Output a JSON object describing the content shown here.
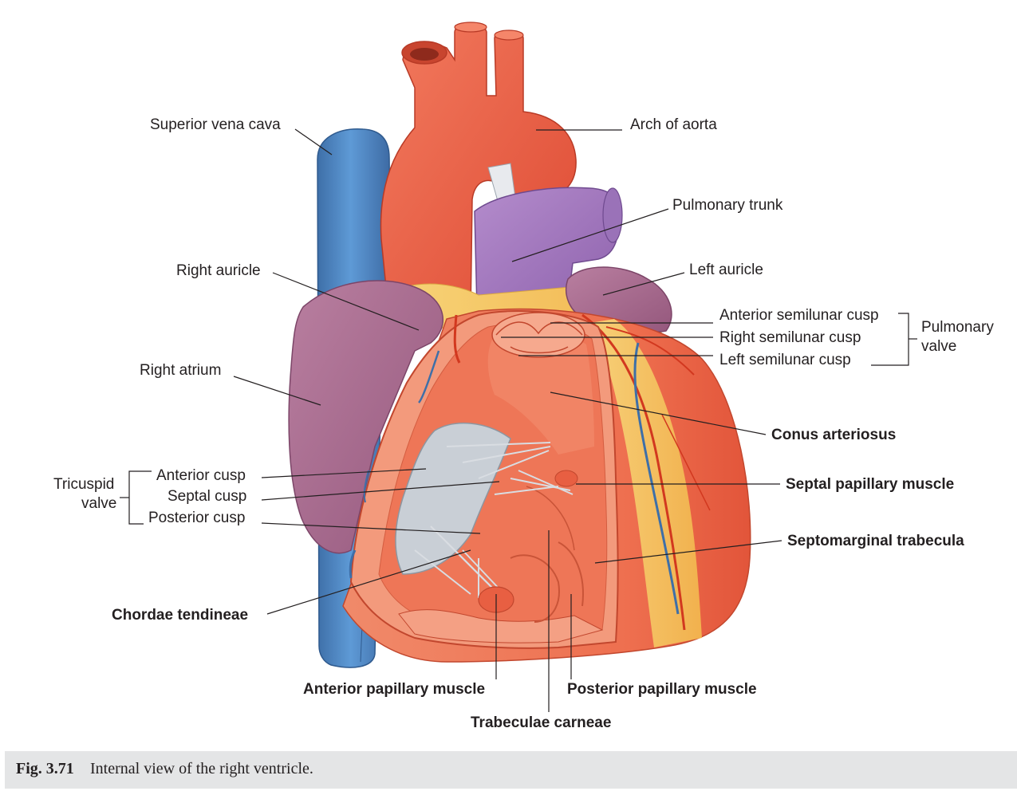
{
  "labels": {
    "superior_vena_cava": "Superior vena cava",
    "arch_of_aorta": "Arch of aorta",
    "pulmonary_trunk": "Pulmonary trunk",
    "right_auricle": "Right auricle",
    "left_auricle": "Left auricle",
    "anterior_semilunar_cusp": "Anterior semilunar cusp",
    "right_semilunar_cusp": "Right semilunar cusp",
    "left_semilunar_cusp": "Left semilunar cusp",
    "pulmonary": "Pulmonary",
    "valve": "valve",
    "right_atrium": "Right atrium",
    "conus_arteriosus": "Conus arteriosus",
    "tricuspid": "Tricuspid",
    "tricuspid_valve": "valve",
    "anterior_cusp": "Anterior cusp",
    "septal_cusp": "Septal cusp",
    "posterior_cusp": "Posterior cusp",
    "septal_papillary_muscle": "Septal papillary muscle",
    "septomarginal_trabecula": "Septomarginal trabecula",
    "chordae_tendineae": "Chordae tendineae",
    "anterior_papillary_muscle": "Anterior papillary muscle",
    "posterior_papillary_muscle": "Posterior papillary muscle",
    "trabeculae_carneae": "Trabeculae carneae"
  },
  "caption": {
    "figure_number": "Fig. 3.71",
    "text": "Internal view of the right ventricle."
  },
  "colors": {
    "vena_cava_blue": "#4a86c5",
    "aorta_red": "#ec5d43",
    "pulmonary_purple": "#a77bc0",
    "atrium_mauve": "#a9698e",
    "myocardium": "#ef7e5f",
    "fat_yellow": "#f6cf6a",
    "chordae_grey": "#c7cdd3",
    "caption_bg": "#e4e5e6"
  }
}
